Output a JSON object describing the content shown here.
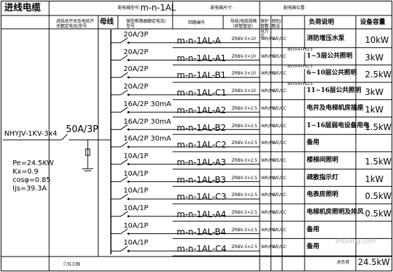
{
  "header": {
    "incoming_title": "进线电缆",
    "box_label": "配电箱型号:",
    "box_model": "m-n-1AL",
    "box_size_label": "配电箱尺寸:",
    "box_location_label": "配电箱位置:",
    "col_breaker": "进线总开关及电机开关额定电流/型号",
    "col_bus": "母线",
    "col_branch_breaker": "微型断路器额定电流/型号",
    "col_circuit": "回路编号",
    "col_cable": "导线/电缆规格（穿管管径）",
    "col_laying": "保护管敷设方式",
    "col_phase": "相别/敷设",
    "col_desc": "负荷说明",
    "col_capacity": "设备容量"
  },
  "incoming": {
    "cable": "NHYJV-1KV-3x4",
    "main_breaker": "50A/3P",
    "pe": "Pe=24.5KW",
    "kx": "Kx=0.9",
    "cos": "cosφ=0.85",
    "ijs": "Ijs=39.3A"
  },
  "circuits": [
    {
      "breaker": "20A/3P",
      "id": "m-n-1AL-A",
      "cable": "ZRBV-3×10",
      "laying": "WR/PC",
      "phase": "WE/CC",
      "desc": "消防增压水泵",
      "cap": "10kW"
    },
    {
      "breaker": "20A/2P",
      "id": "m-n-1AL-A1",
      "cable": "ZRBV-3×10",
      "laying": "WR/PC",
      "phase": "WE/CC",
      "desc": "1~5层公共照明",
      "cap": "3kW"
    },
    {
      "breaker": "20A/2P",
      "id": "m-n-1AL-B1",
      "cable": "ZRBV-3×10",
      "laying": "WR/PC",
      "phase": "WE/CC",
      "desc": "6~10层公共照明",
      "cap": "2.5kW"
    },
    {
      "breaker": "20A/2P",
      "id": "m-n-1AL-C1",
      "cable": "ZRBV-3×10",
      "laying": "WR/PC",
      "phase": "WE/CC",
      "desc": "11~16层公共照明",
      "cap": "3kW"
    },
    {
      "breaker": "16A/2P 30mA",
      "id": "m-n-1AL-A2",
      "cable": "ZRBV-3×2.5",
      "laying": "WR/PC",
      "phase": "WE/CC",
      "desc": "电井及电梯机房插座",
      "cap": "1kW"
    },
    {
      "breaker": "16A/2P 30mA",
      "id": "m-n-1AL-B2",
      "cable": "ZRBV-3×2.5",
      "laying": "WR/PC",
      "phase": "WE/CC",
      "desc": "1~16层弱电设备用电",
      "cap": "1.5kW"
    },
    {
      "breaker": "16A/2P 30mA",
      "id": "m-n-1AL-C2",
      "cable": "ZRBV-3×2.5",
      "laying": "WR/PC",
      "phase": "WE/CC",
      "desc": "备用",
      "cap": ""
    },
    {
      "breaker": "10A/1P",
      "id": "m-n-1AL-A3",
      "cable": "ZRBV-3×2.5",
      "laying": "WR/PC",
      "phase": "WE/CC",
      "desc": "楼梯间照明",
      "cap": "1.5kW"
    },
    {
      "breaker": "10A/1P",
      "id": "m-n-1AL-B3",
      "cable": "ZRBV-3×2.5",
      "laying": "WR/PC",
      "phase": "WE/CC",
      "desc": "疏散指示灯",
      "cap": "1kW"
    },
    {
      "breaker": "10A/1P",
      "id": "m-n-1AL-C3",
      "cable": "ZRBV-3×2.5",
      "laying": "WR/PC",
      "phase": "WE/CC",
      "desc": "电表房照明",
      "cap": "0.5kW"
    },
    {
      "breaker": "10A/1P",
      "id": "m-n-1AL-A4",
      "cable": "ZRBV-3×2.5",
      "laying": "WR/PC",
      "phase": "WE/CC",
      "desc": "电梯机房照明及排风",
      "cap": "0.5kW"
    },
    {
      "breaker": "10A/1P",
      "id": "m-n-1AL-B4",
      "cable": "ZRBV-3×2.5",
      "laying": "WR/PC",
      "phase": "WE/CC",
      "desc": "备用",
      "cap": ""
    },
    {
      "breaker": "10A/1P",
      "id": "m-n-1AL-C4",
      "cable": "ZRBV-3×2.5",
      "laying": "WR/PC",
      "phase": "WE/CC",
      "desc": "备用",
      "cap": ""
    }
  ],
  "sub_labels": [
    "BV3×4+PE2.5",
    "BV3×4+PE2.5",
    "BV3×4+PE2.5"
  ],
  "footer": {
    "note": "穴位三相",
    "total_label": "总负荷",
    "total_value": "24.5kW",
    "watermark": "zhulong.com"
  }
}
